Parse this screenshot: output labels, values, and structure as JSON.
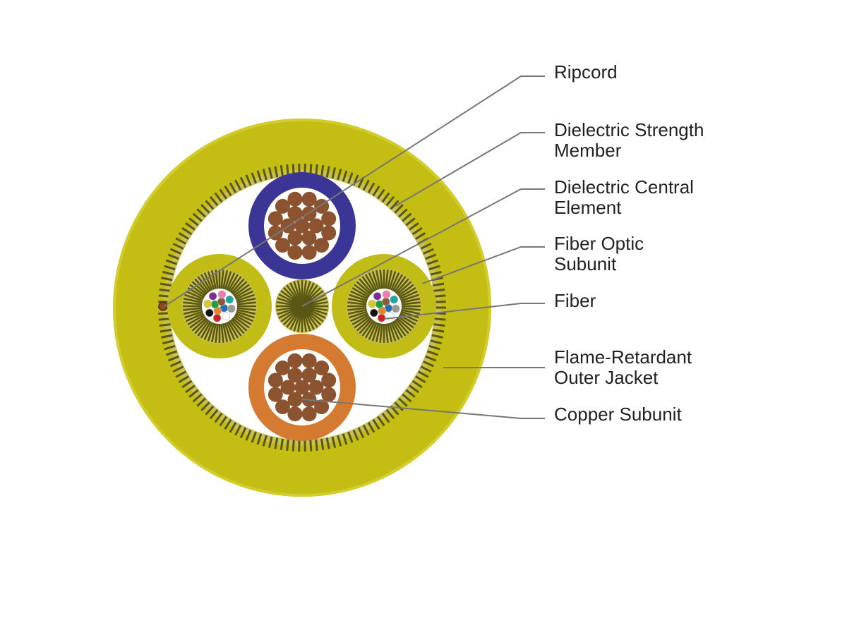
{
  "colors": {
    "jacket": "#c3bd14",
    "jacket_edge": "#d2cc2c",
    "strength_dark": "#5a5714",
    "strength_light": "#c8c054",
    "fill": "#ffffff",
    "copper_blue": "#3b3595",
    "copper_orange": "#d47b31",
    "copper_wire": "#8b5330",
    "fiber_unit_jacket": "#c2bc16",
    "leader_line": "#777777",
    "label_text": "#222222"
  },
  "fiber_colors": [
    "#1f6fb4",
    "#e8832a",
    "#1e9f3c",
    "#8a5a36",
    "#9a9a9a",
    "#ffffff",
    "#d32020",
    "#111111",
    "#d8c92a",
    "#7b2d96",
    "#e77fb5",
    "#19a7a0"
  ],
  "callouts": [
    {
      "id": "ripcord",
      "lines": [
        "Ripcord"
      ]
    },
    {
      "id": "dielectric-strength-member",
      "lines": [
        "Dielectric Strength",
        "Member"
      ]
    },
    {
      "id": "dielectric-central-element",
      "lines": [
        "Dielectric Central",
        "Element"
      ]
    },
    {
      "id": "fiber-optic-subunit",
      "lines": [
        "Fiber Optic",
        "Subunit"
      ]
    },
    {
      "id": "fiber",
      "lines": [
        "Fiber"
      ]
    },
    {
      "id": "flame-retardant-outer-jacket",
      "lines": [
        "Flame-Retardant",
        "Outer Jacket"
      ]
    },
    {
      "id": "copper-subunit",
      "lines": [
        "Copper Subunit"
      ]
    }
  ]
}
